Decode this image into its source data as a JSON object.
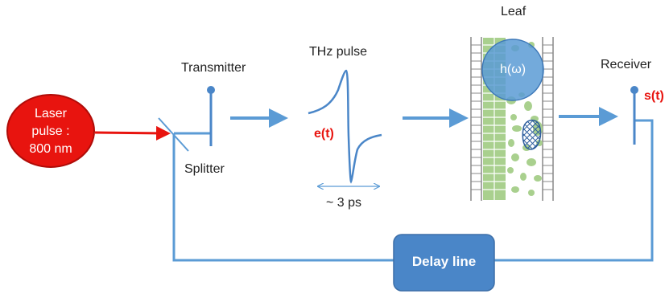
{
  "diagram": {
    "laser": {
      "line1": "Laser",
      "line2": "pulse :",
      "line3": "800 nm"
    },
    "splitter_label": "Splitter",
    "transmitter_label": "Transmitter",
    "thz_label": "THz pulse",
    "field_label": "e(t)",
    "duration_label": "~ 3 ps",
    "leaf_label": "Leaf",
    "transfer_label": "h(ω)",
    "receiver_label": "Receiver",
    "signal_label": "s(t)",
    "delay_label": "Delay line"
  },
  "colors": {
    "laser_fill": "#e8140f",
    "laser_stroke": "#b00c08",
    "beam_blue": "#5b9bd5",
    "component_blue": "#4a86c8",
    "signal_red": "#e8140f",
    "leaf_green": "#a9d08e",
    "delay_fill": "#4a86c8"
  }
}
